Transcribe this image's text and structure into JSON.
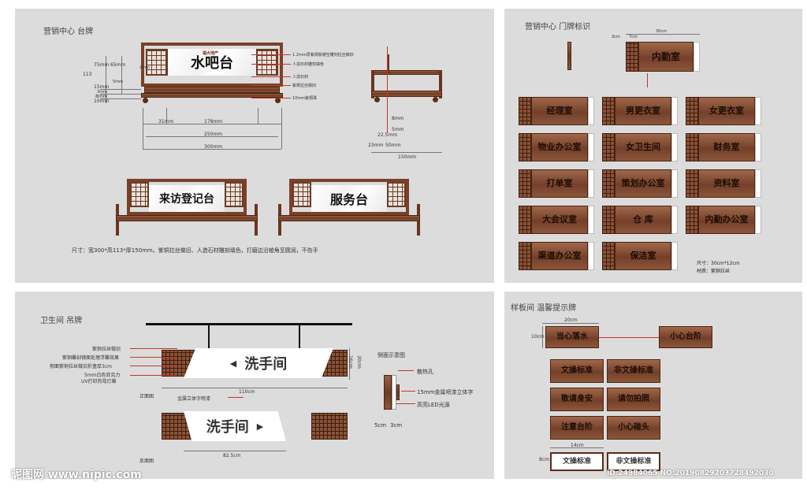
{
  "panels": {
    "desk": {
      "title": "营销中心  台牌",
      "main_sign": "水吧台",
      "visitor_sign": "来访登记台",
      "service_sign": "服务台",
      "logo": "福大地产",
      "callouts": [
        "1.2mm厚紫铜板镂空雕刻拉丝做旧",
        "人造石材雕刻填色",
        "人造石材",
        "紫铜拉丝做旧",
        "10mm紫铜珠"
      ],
      "dims_left": [
        "75mm",
        "65mm",
        "113",
        "2mm",
        "5mm",
        "15mm",
        "3mm",
        "8mm",
        "10mm"
      ],
      "dims_bottom": [
        "31mm",
        "178mm",
        "250mm",
        "300mm"
      ],
      "dims_side": [
        "8mm",
        "5mm",
        "22.5mm",
        "23mm",
        "50mm",
        "150mm"
      ],
      "note": "尺寸：宽300*高113*厚150mm。紫铜拉丝做旧、人造石材雕刻填色，打磨边沿棱角至圆润，不伤手"
    },
    "door": {
      "title": "营销中心  门牌标识",
      "top_sign": "内勤室",
      "top_dims": [
        "30cm",
        "7cm",
        "3cm"
      ],
      "signs": [
        "经理室",
        "男更衣室",
        "女更衣室",
        "物业办公室",
        "女卫生间",
        "财务室",
        "打单室",
        "策划办公室",
        "资料室",
        "大会议室",
        "仓  库",
        "内勤办公室",
        "渠道办公室",
        "保洁室"
      ],
      "size_note": "尺寸：30cm*12cm",
      "material_note": "材质：紫铜拉丝"
    },
    "toilet": {
      "title": "卫生间   吊牌",
      "front_text": "洗手间",
      "back_text": "洗手间",
      "front_arrow": "◀",
      "back_arrow": "▶",
      "callouts": [
        "紫铜拉丝做旧",
        "紫铜雕刻镜面处理浮雕效果",
        "侧面紫铜拉丝做旧折盒厚3cm",
        "5mm白色亚克力",
        "UV打印热弯灯箱"
      ],
      "label_front": "正面图",
      "label_back": "反面图",
      "label_metal": "金属立体字喷漆",
      "dim_width": "110cm",
      "dim_height": "16cm",
      "dim_height2": "20cm",
      "dim_back": "82.5cm",
      "side_title": "侧面示意图",
      "side_callouts": [
        "散热孔",
        "15mm金属喷漆立体字",
        "高亮LED光源"
      ],
      "side_dims": [
        "5cm",
        "3cm"
      ]
    },
    "tips": {
      "title": "样板间  温馨提示牌",
      "dim_w": "20cm",
      "dim_h": "10cm",
      "top_left": "当心落水",
      "top_right": "小心台阶",
      "signs": [
        "文操标准",
        "非文操标准",
        "敬请身安",
        "请勿拍照",
        "注意台阶",
        "小心碰头"
      ],
      "dim_w2": "14cm",
      "dim_h2": "8cm",
      "white_signs": [
        "文操标准",
        "非文操标准"
      ]
    }
  },
  "watermark": {
    "brand": "昵图网 www.nipic.com",
    "id": "ID:24984065 NO:20190829203728492030"
  }
}
